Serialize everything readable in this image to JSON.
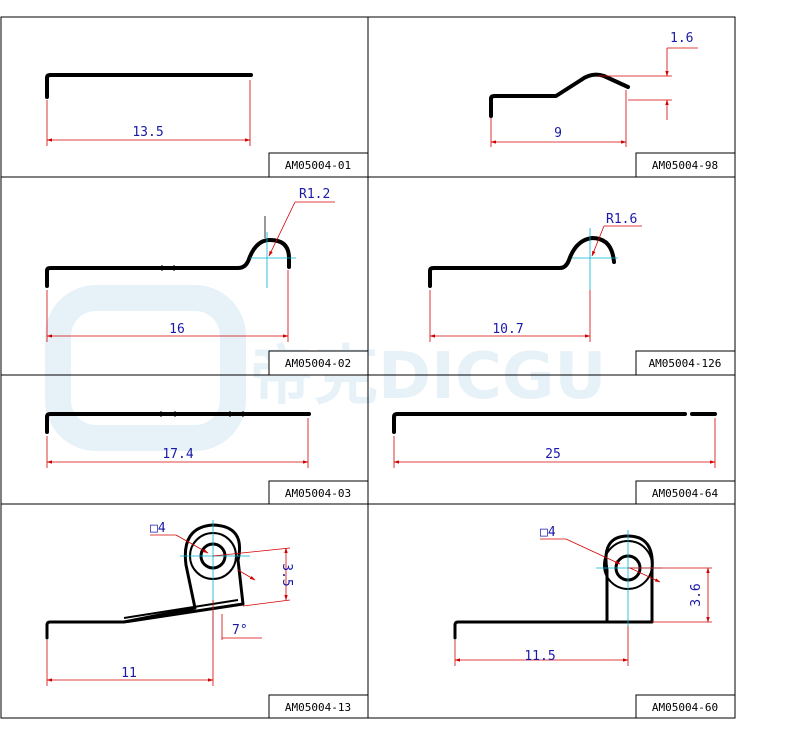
{
  "watermark": "帝克DICGU",
  "colors": {
    "part": "#000000",
    "dimension_line": "#d40000",
    "dimension_text": "#1a1aa8",
    "center_line": "#00b4d8",
    "watermark": "#e6f1f8"
  },
  "panels": [
    {
      "code": "AM05004-01",
      "dimensions": [
        "13.5"
      ]
    },
    {
      "code": "AM05004-98",
      "dimensions": [
        "9",
        "1.6"
      ]
    },
    {
      "code": "AM05004-02",
      "dimensions": [
        "16",
        "R1.2"
      ]
    },
    {
      "code": "AM05004-126",
      "dimensions": [
        "10.7",
        "R1.6"
      ]
    },
    {
      "code": "AM05004-03",
      "dimensions": [
        "17.4"
      ]
    },
    {
      "code": "AM05004-64",
      "dimensions": [
        "25"
      ]
    },
    {
      "code": "AM05004-13",
      "dimensions": [
        "11",
        "3.5",
        "7°",
        "□4"
      ]
    },
    {
      "code": "AM05004-60",
      "dimensions": [
        "11.5",
        "3.6",
        "□4"
      ]
    }
  ]
}
